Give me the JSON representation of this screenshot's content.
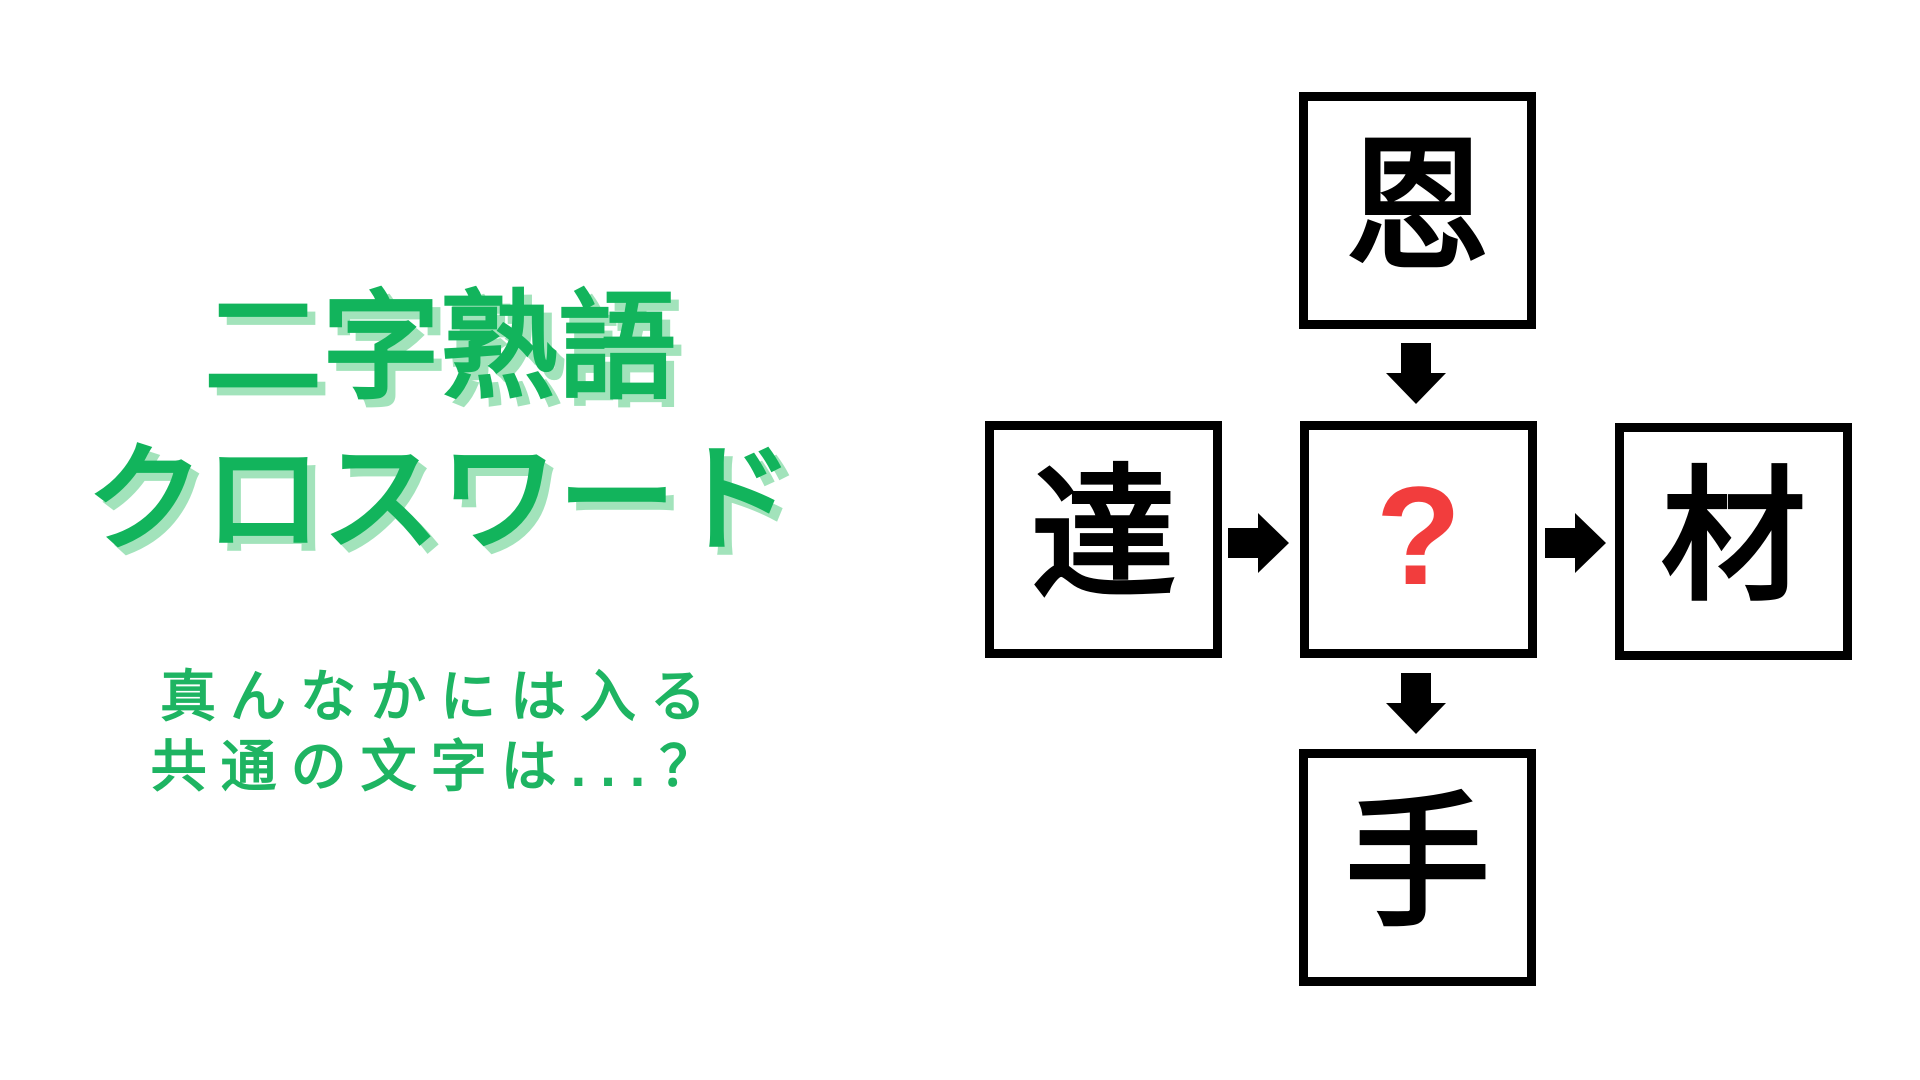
{
  "page": {
    "background": "#ffffff"
  },
  "title": {
    "line1": "二字熟語",
    "line2": "クロスワード",
    "color": "#12b45c",
    "shadow_color": "#a2e3bb"
  },
  "subtitle": {
    "line1": "真んなかには入る",
    "line2": "共通の文字は...？",
    "color": "#1eb462"
  },
  "puzzle": {
    "cells": {
      "top": "恩",
      "left": "達",
      "center": "?",
      "right": "材",
      "bottom": "手"
    },
    "center_color": "#f23d3d",
    "box_border_color": "#000000",
    "arrow_color": "#000000",
    "arrows": [
      "down",
      "right",
      "right",
      "down"
    ]
  }
}
